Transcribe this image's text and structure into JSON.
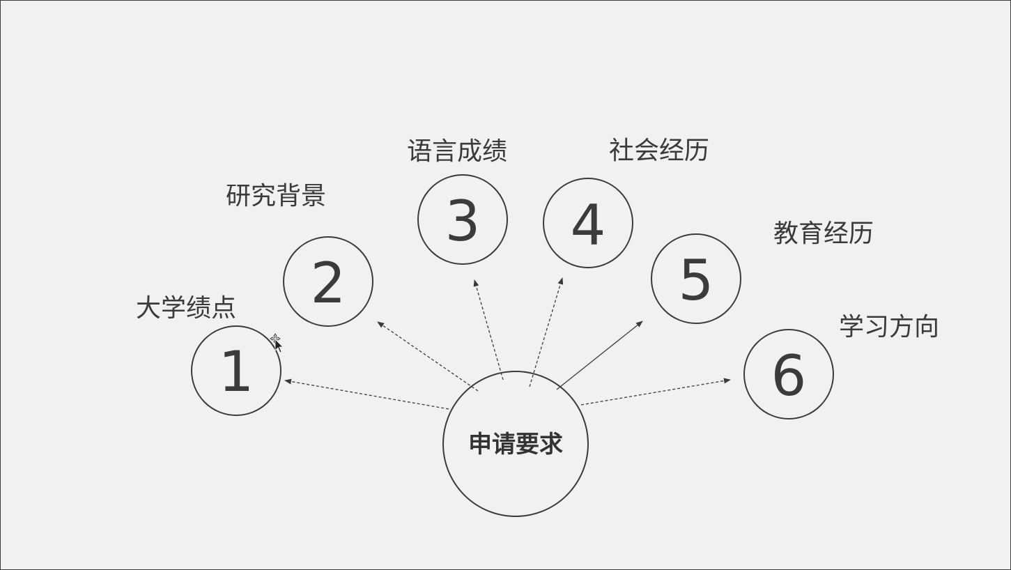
{
  "center": {
    "label": "申请要求"
  },
  "nodes": [
    {
      "number": "1",
      "label": "大学绩点"
    },
    {
      "number": "2",
      "label": "研究背景"
    },
    {
      "number": "3",
      "label": "语言成绩"
    },
    {
      "number": "4",
      "label": "社会经历"
    },
    {
      "number": "5",
      "label": "教育经历"
    },
    {
      "number": "6",
      "label": "学习方向"
    }
  ],
  "edges": [
    {
      "from": "center",
      "to": "1",
      "style": "dashed"
    },
    {
      "from": "center",
      "to": "2",
      "style": "dashed"
    },
    {
      "from": "center",
      "to": "3",
      "style": "dashed"
    },
    {
      "from": "center",
      "to": "4",
      "style": "dashed"
    },
    {
      "from": "center",
      "to": "5",
      "style": "solid"
    },
    {
      "from": "center",
      "to": "6",
      "style": "dashed"
    }
  ],
  "colors": {
    "background": "#f1f1f1",
    "stroke": "#3a3a3a",
    "text": "#3a3a3a"
  }
}
